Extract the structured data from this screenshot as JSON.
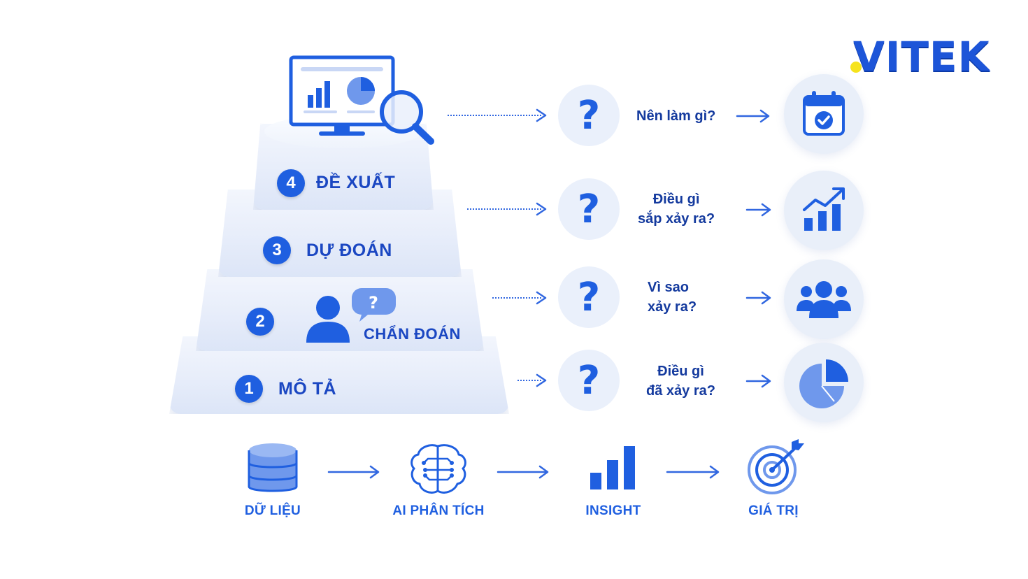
{
  "brand": {
    "logo_text": "VITEK"
  },
  "levels": [
    {
      "number": "1",
      "label": "MÔ TẢ"
    },
    {
      "number": "2",
      "label": "CHẨN ĐOÁN"
    },
    {
      "number": "3",
      "label": "DỰ ĐOÁN"
    },
    {
      "number": "4",
      "label": "ĐỀ XUẤT"
    }
  ],
  "questions": [
    {
      "mark": "?",
      "line1": "Nên làm gì?",
      "line2": "",
      "result_icon": "calendar-check-icon"
    },
    {
      "mark": "?",
      "line1": "Điều gì",
      "line2": "sắp xảy ra?",
      "result_icon": "growth-chart-icon"
    },
    {
      "mark": "?",
      "line1": "Vì sao",
      "line2": "xảy ra?",
      "result_icon": "people-group-icon"
    },
    {
      "mark": "?",
      "line1": "Điều gì",
      "line2": "đã xảy ra?",
      "result_icon": "pie-chart-icon"
    }
  ],
  "flow": [
    {
      "label": "DỮ LIỆU",
      "icon": "database-icon"
    },
    {
      "label": "AI PHÂN TÍCH",
      "icon": "ai-brain-icon"
    },
    {
      "label": "INSIGHT",
      "icon": "bar-chart-icon"
    },
    {
      "label": "GIÁ TRỊ",
      "icon": "target-icon"
    }
  ],
  "colors": {
    "primary": "#1f5fe0",
    "dark": "#143a9e",
    "light": "#eaf0fb",
    "accent_yellow": "#f6e31c"
  }
}
